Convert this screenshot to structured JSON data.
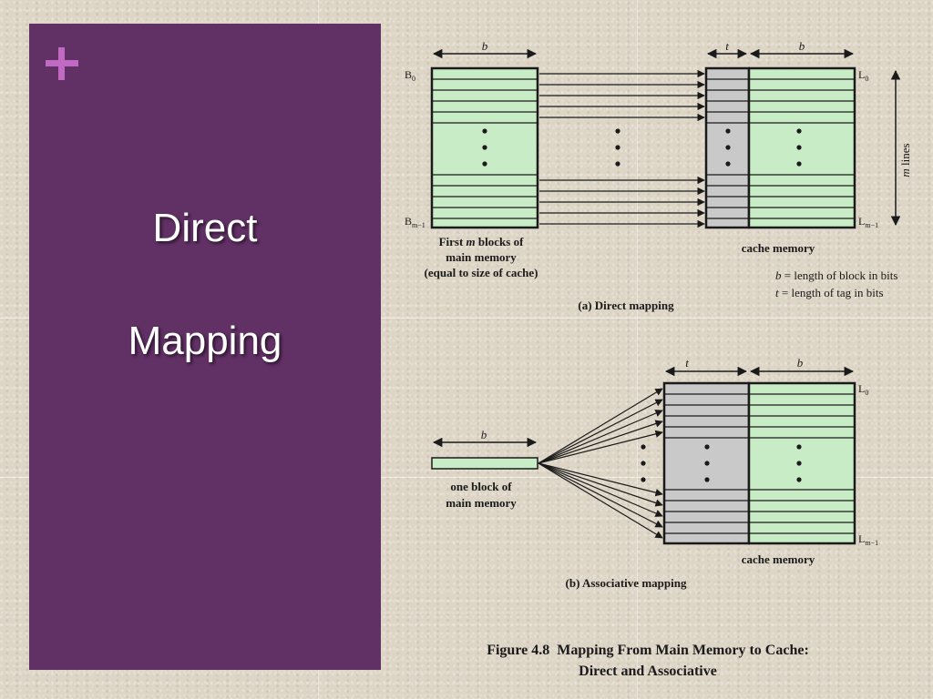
{
  "slide": {
    "title_line1": "Direct",
    "title_line2": "Mapping",
    "accent_color": "#613065",
    "plus_color": "#c06ac4",
    "plus_icon": "plus-icon"
  },
  "figure": {
    "caption_line1": "Figure 4.8  Mapping From Main Memory to Cache:",
    "caption_line2": "Direct and Associative",
    "direct": {
      "b_label": "b",
      "t_label": "t",
      "b0_label": "B",
      "b0_sub": "0",
      "bm_label": "B",
      "bm_sub": "m−1",
      "l0_label": "L",
      "l0_sub": "0",
      "lm_label": "L",
      "lm_sub": "m−1",
      "mlines_italic": "m",
      "mlines_rest": " lines",
      "mem_line1_pre": "First ",
      "mem_line1_italic": "m",
      "mem_line1_post": " blocks of",
      "mem_line2": "main memory",
      "mem_line3": "(equal to size of cache)",
      "cache_label": "cache memory",
      "legend_b_var": "b",
      "legend_b_text": " = length of block in bits",
      "legend_t_var": "t",
      "legend_t_text": " = length of tag in bits",
      "caption": "(a) Direct mapping"
    },
    "associative": {
      "b_label": "b",
      "t_label": "t",
      "block_b_label": "b",
      "l0_label": "L",
      "l0_sub": "0",
      "lm_label": "L",
      "lm_sub": "m−1",
      "block_line1": "one block of",
      "block_line2": "main memory",
      "cache_label": "cache memory",
      "caption": "(b) Associative mapping"
    },
    "colors": {
      "green": "#c8ecc6",
      "gray": "#c9c9c9",
      "stroke": "#1a1a1a"
    }
  }
}
